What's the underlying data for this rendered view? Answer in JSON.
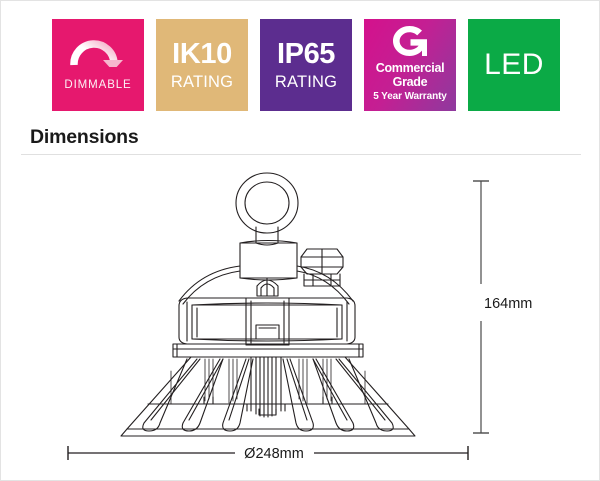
{
  "badges": [
    {
      "id": "dimmable",
      "icon": "dimmer-arc-icon",
      "label": "DIMMABLE",
      "color": "#e6186e"
    },
    {
      "id": "ik10",
      "main": "IK10",
      "sub": "RATING",
      "color": "#e0b878"
    },
    {
      "id": "ip65",
      "main": "IP65",
      "sub": "RATING",
      "color": "#5c2d8f"
    },
    {
      "id": "commercial-grade",
      "icon": "commercial-grade-g-logo",
      "line1": "Commercial",
      "line2": "Grade",
      "line3": "5 Year Warranty",
      "color": "#c41f93"
    },
    {
      "id": "led",
      "label": "LED",
      "color": "#0baa46"
    }
  ],
  "section": {
    "title": "Dimensions"
  },
  "drawing": {
    "product": "ufo-high-bay-led-luminaire",
    "height_label": "164mm",
    "diameter_label": "Ø248mm",
    "line_color": "#231f20"
  }
}
